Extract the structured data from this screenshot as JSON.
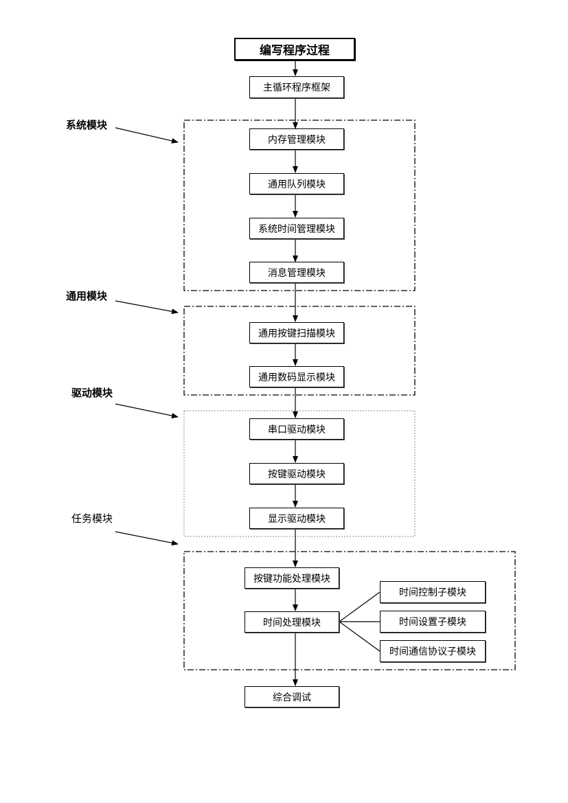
{
  "title": "编写程序过程",
  "nodes": {
    "main_loop": "主循环程序框架",
    "memory": "内存管理模块",
    "queue": "通用队列模块",
    "sys_time": "系统时间管理模块",
    "message": "消息管理模块",
    "key_scan": "通用按键扫描模块",
    "digit_display": "通用数码显示模块",
    "serial_driver": "串口驱动模块",
    "key_driver": "按键驱动模块",
    "display_driver": "显示驱动模块",
    "key_func": "按键功能处理模块",
    "time_proc": "时间处理模块",
    "time_ctrl": "时间控制子模块",
    "time_set": "时间设置子模块",
    "time_comm": "时间通信协议子模块",
    "debug": "综合调试"
  },
  "groups": {
    "system": "系统模块",
    "general": "通用模块",
    "driver": "驱动模块",
    "task": "任务模块"
  },
  "colors": {
    "line": "#000000",
    "driver_border": "#888888"
  }
}
